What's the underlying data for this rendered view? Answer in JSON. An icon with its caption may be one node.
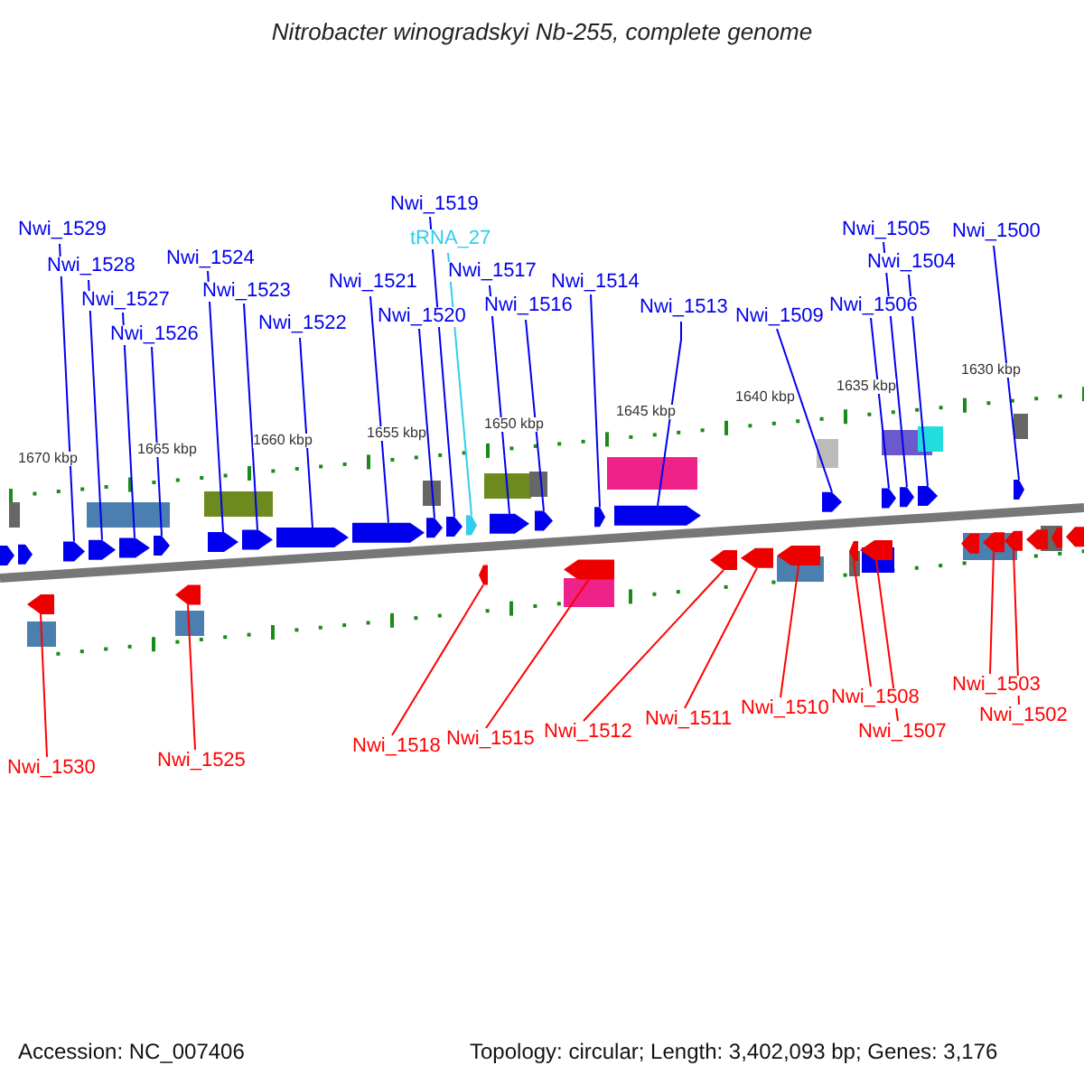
{
  "diagram": {
    "title": "Nitrobacter winogradskyi Nb-255, complete genome",
    "nodes": [
      {
        "text": [
          "Nwi_1529"
        ]
      },
      {
        "text": [
          "Nwi_1528"
        ]
      },
      {
        "text": [
          "Nwi_1527"
        ]
      },
      {
        "text": [
          "Nwi_1526"
        ]
      },
      {
        "text": [
          "Nwi_1524"
        ]
      },
      {
        "text": [
          "Nwi_1523"
        ]
      },
      {
        "text": [
          "Nwi_1522"
        ]
      },
      {
        "text": [
          "Nwi_1521"
        ]
      },
      {
        "text": [
          "Nwi_1520"
        ]
      },
      {
        "text": [
          "Nwi_1519"
        ]
      },
      {
        "text": [
          "tRNA_27"
        ]
      },
      {
        "text": [
          "Nwi_1517"
        ]
      },
      {
        "text": [
          "Nwi_1516"
        ]
      },
      {
        "text": [
          "Nwi_1514"
        ]
      },
      {
        "text": [
          "Nwi_1513"
        ]
      },
      {
        "text": [
          "Nwi_1509"
        ]
      },
      {
        "text": [
          "Nwi_1506"
        ]
      },
      {
        "text": [
          "Nwi_1505"
        ]
      },
      {
        "text": [
          "Nwi_1504"
        ]
      },
      {
        "text": [
          "Nwi_1500"
        ]
      },
      {
        "text": [
          "Nwi_1530"
        ]
      },
      {
        "text": [
          "Nwi_1525"
        ]
      },
      {
        "text": [
          "Nwi_1518"
        ]
      },
      {
        "text": [
          "Nwi_1515"
        ]
      },
      {
        "text": [
          "Nwi_1512"
        ]
      },
      {
        "text": [
          "Nwi_1511"
        ]
      },
      {
        "text": [
          "Nwi_1510"
        ]
      },
      {
        "text": [
          "Nwi_1508"
        ]
      },
      {
        "text": [
          "Nwi_1507"
        ]
      },
      {
        "text": [
          "Nwi_1503"
        ]
      },
      {
        "text": [
          "Nwi_1502"
        ]
      },
      {
        "text": [],
        "shape": "pentagon"
      },
      {
        "text": [],
        "shape": "pentagon"
      },
      {
        "text": [],
        "shape": "pentagon"
      },
      {
        "text": [],
        "shape": "pentagon"
      },
      {
        "text": [],
        "shape": "pentagon"
      },
      {
        "text": [],
        "shape": "pentagon"
      },
      {
        "text": [],
        "shape": "pentagon"
      },
      {
        "text": [],
        "shape": "pentagon"
      },
      {
        "text": [],
        "shape": "pentagon"
      },
      {
        "text": [],
        "shape": "pentagon"
      },
      {
        "text": [],
        "shape": "pentagon"
      },
      {
        "text": [],
        "shape": "pentagon"
      },
      {
        "text": [],
        "shape": "pentagon"
      },
      {
        "text": [],
        "shape": "pentagon"
      },
      {
        "text": [],
        "shape": "pentagon"
      },
      {
        "text": [],
        "shape": "pentagon"
      },
      {
        "text": [],
        "shape": "pentagon"
      },
      {
        "text": [],
        "shape": "pentagon"
      },
      {
        "text": [],
        "shape": "pentagon"
      },
      {
        "text": [],
        "shape": "pentagon"
      },
      {
        "text": [],
        "shape": "pentagon"
      },
      {
        "text": [],
        "shape": "pentagon"
      },
      {
        "text": [],
        "shape": "pentagon"
      },
      {
        "text": [],
        "shape": "pentagon"
      },
      {
        "text": [],
        "shape": "pentagon"
      },
      {
        "text": [],
        "shape": "pentagon"
      },
      {
        "text": [],
        "shape": "pentagon"
      },
      {
        "text": [],
        "shape": "pentagon"
      },
      {
        "text": [],
        "shape": "pentagon"
      },
      {
        "text": [],
        "shape": "pentagon"
      },
      {
        "text": [],
        "shape": "pentagon"
      },
      {
        "text": [],
        "shape": "pentagon"
      },
      {
        "text": [],
        "shape": "pentagon"
      },
      {
        "text": [],
        "shape": "pentagon"
      },
      {
        "text": [],
        "shape": "pentagon"
      },
      {
        "text": [],
        "shape": "pentagon"
      },
      {
        "text": [],
        "shape": "pentagon"
      }
    ],
    "edges": [
      {
        "from": 0,
        "to": 31,
        "arrow": "none"
      },
      {
        "from": 1,
        "to": 32,
        "arrow": "none"
      },
      {
        "from": 2,
        "to": 33,
        "arrow": "none"
      },
      {
        "from": 3,
        "to": 34,
        "arrow": "none"
      },
      {
        "from": 4,
        "to": 35,
        "arrow": "none"
      },
      {
        "from": 5,
        "to": 36,
        "arrow": "none"
      },
      {
        "from": 6,
        "to": 37,
        "arrow": "none"
      },
      {
        "from": 7,
        "to": 38,
        "arrow": "none"
      },
      {
        "from": 8,
        "to": 39,
        "arrow": "none"
      },
      {
        "from": 9,
        "to": 40,
        "arrow": "none"
      },
      {
        "from": 10,
        "to": 41,
        "arrow": "none",
        "color": "#33ccee"
      },
      {
        "from": 11,
        "to": 42,
        "arrow": "none"
      },
      {
        "from": 12,
        "to": 43,
        "arrow": "none"
      },
      {
        "from": 13,
        "to": 44,
        "arrow": "none"
      },
      {
        "from": 14,
        "to": 45,
        "arrow": "none"
      },
      {
        "from": 15,
        "to": 46,
        "arrow": "none"
      },
      {
        "from": 16,
        "to": 47,
        "arrow": "none"
      },
      {
        "from": 17,
        "to": 48,
        "arrow": "none"
      },
      {
        "from": 18,
        "to": 49,
        "arrow": "none"
      },
      {
        "from": 19,
        "to": 50,
        "arrow": "none"
      },
      {
        "from": 20,
        "to": 51,
        "arrow": "none",
        "color": "#ff0000"
      },
      {
        "from": 21,
        "to": 52,
        "arrow": "none",
        "color": "#ff0000"
      },
      {
        "from": 22,
        "to": 53,
        "arrow": "none",
        "color": "#ff0000"
      },
      {
        "from": 23,
        "to": 54,
        "arrow": "none",
        "color": "#ff0000"
      },
      {
        "from": 24,
        "to": 55,
        "arrow": "none",
        "color": "#ff0000"
      },
      {
        "from": 25,
        "to": 56,
        "arrow": "none",
        "color": "#ff0000"
      },
      {
        "from": 26,
        "to": 57,
        "arrow": "none",
        "color": "#ff0000"
      },
      {
        "from": 27,
        "to": 58,
        "arrow": "none",
        "color": "#ff0000"
      },
      {
        "from": 28,
        "to": 59,
        "arrow": "none",
        "color": "#ff0000"
      },
      {
        "from": 29,
        "to": 60,
        "arrow": "none",
        "color": "#ff0000"
      },
      {
        "from": 30,
        "to": 61,
        "arrow": "none",
        "color": "#ff0000"
      }
    ],
    "labels": [
      "1670 kbp",
      "1665 kbp",
      "1660 kbp",
      "1655 kbp",
      "1650 kbp",
      "1645 kbp",
      "1640 kbp",
      "1635 kbp",
      "1630 kbp",
      "Accession: NC_007406",
      "Topology: circular; Length: 3,402,093 bp; Genes: 3,176"
    ]
  }
}
